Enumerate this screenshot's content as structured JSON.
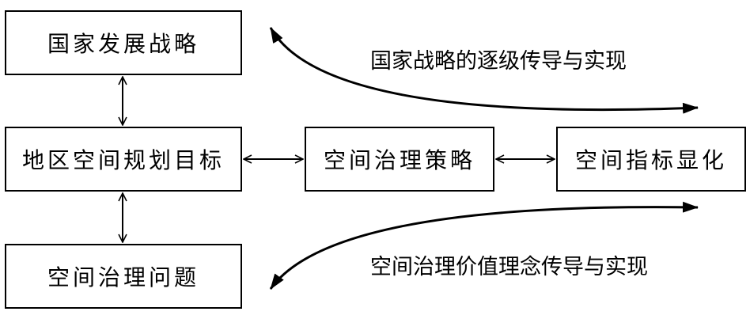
{
  "nodes": {
    "national_strategy": "国家发展战略",
    "regional_goal": "地区空间规划目标",
    "governance_problem": "空间治理问题",
    "governance_strategy": "空间治理策略",
    "spatial_index": "空间指标显化"
  },
  "captions": {
    "top": "国家战略的逐级传导与实现",
    "bottom": "空间治理价值理念传导与实现"
  }
}
